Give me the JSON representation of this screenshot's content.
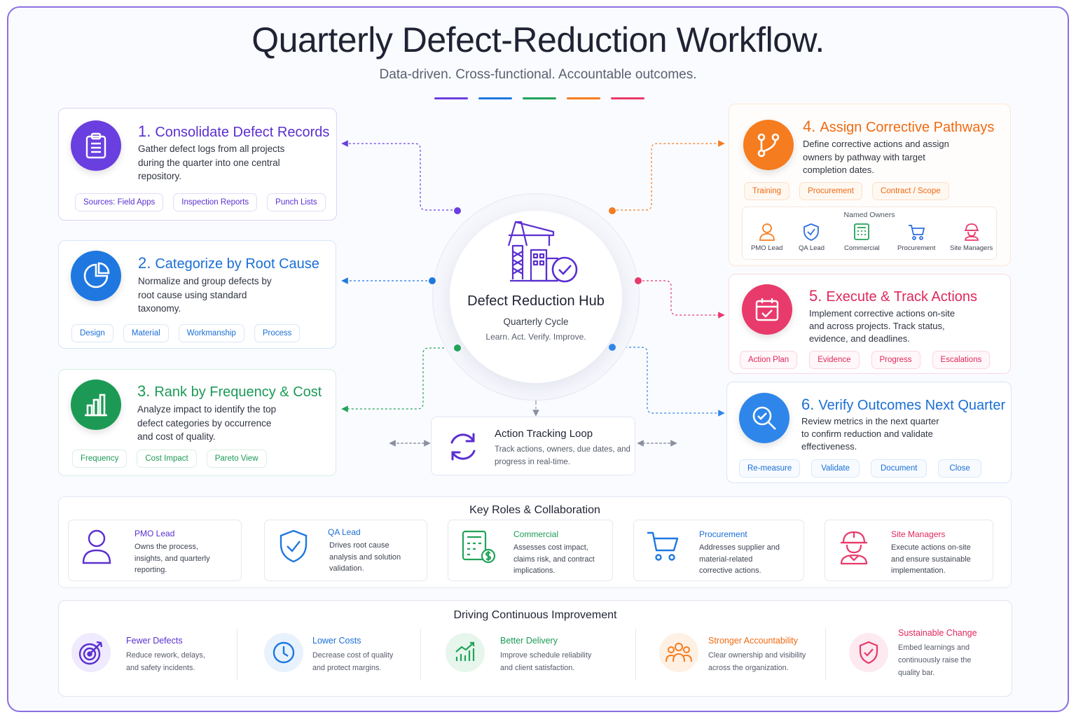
{
  "title": "Quarterly Defect-Reduction Workflow.",
  "subtitle": "Data-driven. Cross-functional. Accountable outcomes.",
  "colors": {
    "purple": "#6a3fe0",
    "blue": "#1f78e0",
    "green": "#22a35a",
    "orange": "#f57c1f",
    "pink": "#e83a6b",
    "blue_light": "#2f86ea"
  },
  "steps": [
    {
      "num": "1.",
      "title": "Consolidate Defect Records",
      "desc": "Gather defect logs from all projects during the quarter into one central repository.",
      "icon": "clipboard-icon",
      "chips": [
        "Sources: Field Apps",
        "Inspection Reports",
        "Punch Lists"
      ]
    },
    {
      "num": "2.",
      "title": "Categorize by Root Cause",
      "desc": "Normalize and group defects by root cause using standard taxonomy.",
      "icon": "pie-chart-icon",
      "chips": [
        "Design",
        "Material",
        "Workmanship",
        "Process"
      ]
    },
    {
      "num": "3.",
      "title": "Rank by Frequency & Cost",
      "desc": "Analyze impact to identify the top defect categories by occurrence and cost of quality.",
      "icon": "bar-chart-icon",
      "chips": [
        "Frequency",
        "Cost Impact",
        "Pareto View"
      ]
    },
    {
      "num": "4.",
      "title": "Assign Corrective Pathways",
      "desc": "Define corrective actions and assign owners by pathway with target completion dates.",
      "icon": "branch-icon",
      "chips": [
        "Training",
        "Procurement",
        "Contract / Scope"
      ],
      "owners_title": "Named Owners",
      "owners": [
        "PMO Lead",
        "QA Lead",
        "Commercial",
        "Procurement",
        "Site Managers"
      ]
    },
    {
      "num": "5.",
      "title": "Execute & Track Actions",
      "desc": "Implement corrective actions on-site and across projects. Track status, evidence, and deadlines.",
      "icon": "calendar-check-icon",
      "chips": [
        "Action Plan",
        "Evidence",
        "Progress",
        "Escalations"
      ]
    },
    {
      "num": "6.",
      "title": "Verify Outcomes Next Quarter",
      "desc": "Review metrics in the next quarter to confirm reduction and validate effectiveness.",
      "icon": "magnify-check-icon",
      "chips": [
        "Re-measure",
        "Validate",
        "Document",
        "Close"
      ]
    }
  ],
  "hub": {
    "title": "Defect Reduction Hub",
    "subtitle": "Quarterly Cycle",
    "tagline": "Learn. Act. Verify. Improve.",
    "icon": "crane-building-check-icon"
  },
  "loop": {
    "title": "Action  Tracking Loop",
    "desc": "Track actions, owners, due dates, and progress in real-time.",
    "icon": "refresh-icon"
  },
  "roles": {
    "title": "Key Roles & Collaboration",
    "items": [
      {
        "title": "PMO Lead",
        "desc": "Owns the process, insights, and quarterly reporting.",
        "icon": "person-icon"
      },
      {
        "title": "QA Lead",
        "desc": "Drives root cause analysis and solution validation.",
        "icon": "shield-check-icon"
      },
      {
        "title": "Commercial",
        "desc": "Assesses cost impact, claims risk, and contract implications.",
        "icon": "calculator-dollar-icon"
      },
      {
        "title": "Procurement",
        "desc": "Addresses supplier and material-related corrective actions.",
        "icon": "cart-icon"
      },
      {
        "title": "Site Managers",
        "desc": "Execute actions on-site and ensure sustainable implementation.",
        "icon": "hardhat-worker-icon"
      }
    ]
  },
  "improvement": {
    "title": "Driving Continuous Improvement",
    "items": [
      {
        "title": "Fewer Defects",
        "desc": "Reduce rework, delays, and safety incidents.",
        "icon": "target-icon"
      },
      {
        "title": "Lower Costs",
        "desc": "Decrease cost of quality and protect margins.",
        "icon": "clock-icon"
      },
      {
        "title": "Better Delivery",
        "desc": "Improve schedule reliability and client satisfaction.",
        "icon": "growth-chart-icon"
      },
      {
        "title": "Stronger Accountability",
        "desc": "Clear ownership and visibility across the organization.",
        "icon": "team-icon"
      },
      {
        "title": "Sustainable Change",
        "desc": "Embed learnings and continuously raise the quality bar.",
        "icon": "shield-check-icon"
      }
    ]
  }
}
